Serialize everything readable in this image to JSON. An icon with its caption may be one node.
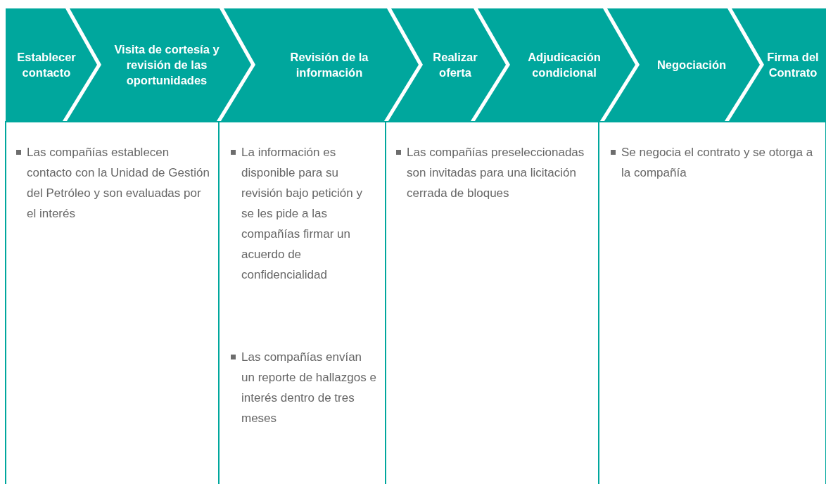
{
  "diagram": {
    "nodes": [
      {
        "text": [
          "Establecer contacto"
        ]
      },
      {
        "text": [
          "Visita de cortesía y revisión de las oportunidades"
        ]
      },
      {
        "text": [
          "Revisión de la información"
        ]
      },
      {
        "text": [
          "Realizar oferta"
        ]
      },
      {
        "text": [
          "Adjudicación condicional"
        ]
      },
      {
        "text": [
          "Negociación"
        ]
      },
      {
        "text": [
          "Firma del Contrato"
        ]
      },
      {
        "text": [
          "Las compañías establecen contacto con la Unidad de Gestión del Petróleo y son evaluadas por el interés"
        ]
      },
      {
        "text": [
          "La información es disponible para su revisión bajo petición y se les pide a las compañías firmar un acuerdo de confidencialidad",
          "Las compañías envían un reporte de hallazgos e interés dentro de tres meses"
        ]
      },
      {
        "text": [
          "Las compañías preseleccionadas son invitadas para una licitación cerrada de bloques"
        ]
      },
      {
        "text": [
          "Se negocia el contrato y se otorga a la compañía"
        ]
      }
    ]
  }
}
